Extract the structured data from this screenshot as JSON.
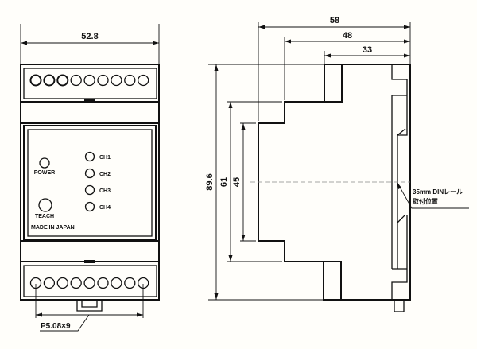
{
  "front_view": {
    "width_dim": "52.8",
    "top_terminal_count": 9,
    "bottom_terminal_count": 9,
    "power_label": "POWER",
    "teach_label": "TEACH",
    "channels": [
      "CH1",
      "CH2",
      "CH3",
      "CH4"
    ],
    "origin_label": "MADE IN JAPAN",
    "pitch_dim": "P5.08×9"
  },
  "side_view": {
    "depth_total": "58",
    "depth_mid": "48",
    "depth_terminal": "33",
    "height_total": "89.6",
    "height_mid": "61",
    "height_front": "45",
    "din_note_line1": "35mm DINレール",
    "din_note_line2": "取付位置"
  }
}
